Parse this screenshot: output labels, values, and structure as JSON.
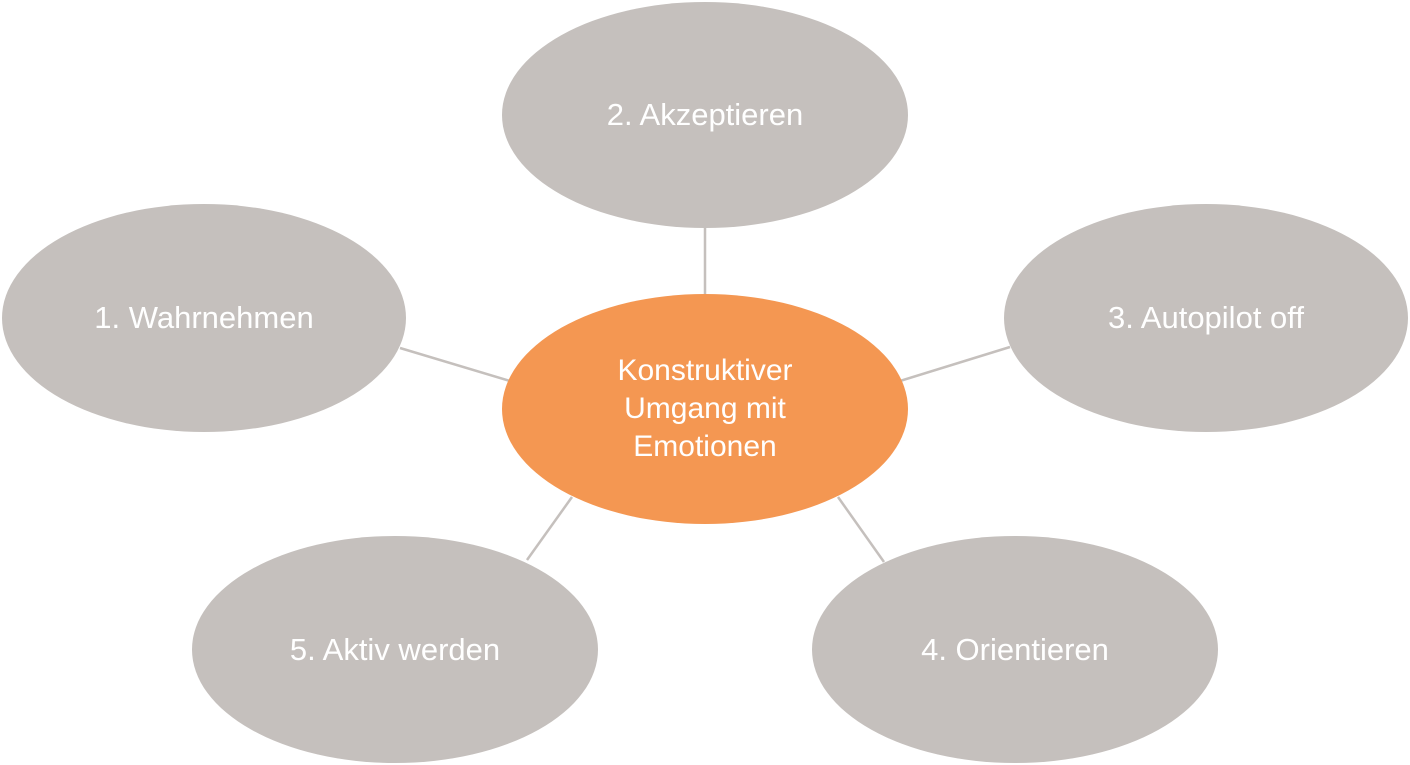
{
  "diagram": {
    "colors": {
      "center_fill": "#f49752",
      "node_fill": "#c5c0bd",
      "connector": "#c5c0bd",
      "text": "#ffffff"
    },
    "center": {
      "lines": [
        "Konstruktiver",
        "Umgang mit",
        "Emotionen"
      ]
    },
    "nodes": [
      {
        "label": "1. Wahrnehmen"
      },
      {
        "label": "2. Akzeptieren"
      },
      {
        "label": "3. Autopilot off"
      },
      {
        "label": "4. Orientieren"
      },
      {
        "label": "5. Aktiv werden"
      }
    ]
  }
}
